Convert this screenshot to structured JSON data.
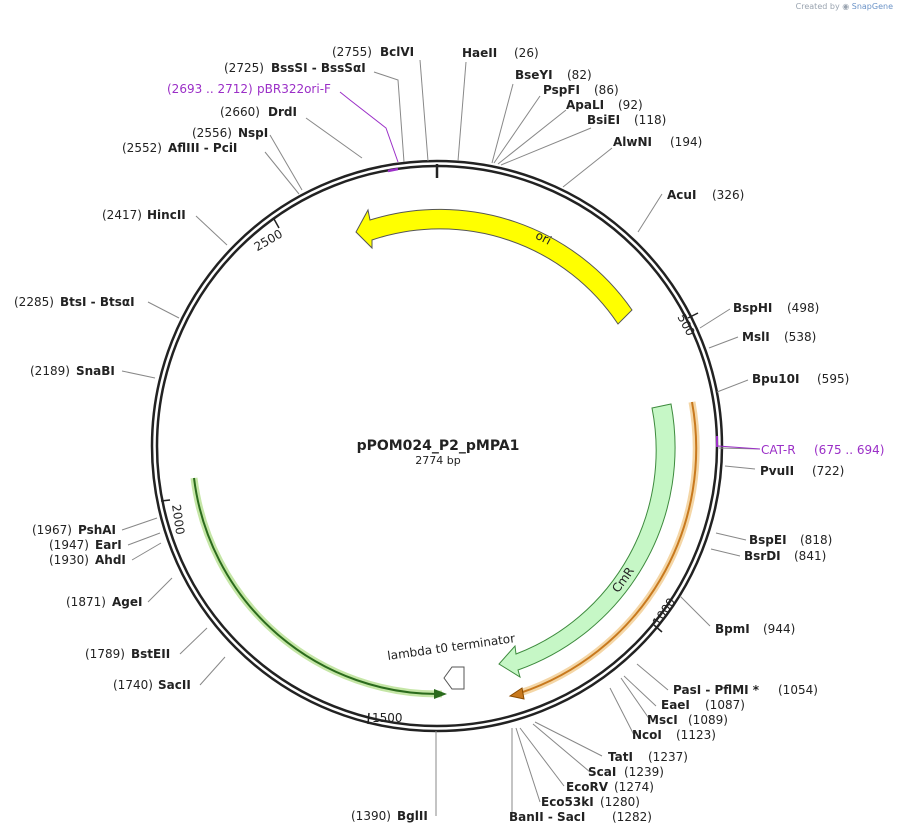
{
  "credit": {
    "prefix": "Created by",
    "brand": "SnapGene"
  },
  "plasmid": {
    "name": "pPOM024_P2_pMPA1",
    "size_text": "2774 bp",
    "length": 2774
  },
  "ticks": [
    "500",
    "1000",
    "1500",
    "2000",
    "2500"
  ],
  "features": [
    {
      "name": "ori",
      "label": "ori",
      "color": "#ffff00",
      "stroke": "#777700"
    },
    {
      "name": "CmR",
      "label": "CmR",
      "color": "#c6f7c6",
      "stroke": "#4a9a4a"
    },
    {
      "name": "orange",
      "label": "",
      "color": "#e8a33c",
      "stroke": "#c47a17"
    },
    {
      "name": "lambda",
      "label": "lambda t0 terminator",
      "color": "#ffffff",
      "stroke": "#555555"
    },
    {
      "name": "green",
      "label": "",
      "color": "#2e7d32",
      "stroke": "#1b5e20"
    }
  ],
  "sites": [
    {
      "pos": "(2755)",
      "name": "BclVI"
    },
    {
      "pos": "(26)",
      "name": "HaeII"
    },
    {
      "pos": "(2725)",
      "name": "BssSI - BssSαI"
    },
    {
      "pos": "(82)",
      "name": "BseYI"
    },
    {
      "pos": "(2693 .. 2712)",
      "name": "pBR322ori-F"
    },
    {
      "pos": "(86)",
      "name": "PspFI"
    },
    {
      "pos": "(92)",
      "name": "ApaLI"
    },
    {
      "pos": "(2660)",
      "name": "DrdI"
    },
    {
      "pos": "(118)",
      "name": "BsiEI"
    },
    {
      "pos": "(2556)",
      "name": "NspI"
    },
    {
      "pos": "(194)",
      "name": "AlwNI"
    },
    {
      "pos": "(2552)",
      "name": "AflIII - PciI"
    },
    {
      "pos": "(326)",
      "name": "AcuI"
    },
    {
      "pos": "(2417)",
      "name": "HincII"
    },
    {
      "pos": "(2285)",
      "name": "BtsI - BtsαI"
    },
    {
      "pos": "(498)",
      "name": "BspHI"
    },
    {
      "pos": "(538)",
      "name": "MslI"
    },
    {
      "pos": "(2189)",
      "name": "SnaBI"
    },
    {
      "pos": "(595)",
      "name": "Bpu10I"
    },
    {
      "pos": "(675 .. 694)",
      "name": "CAT-R"
    },
    {
      "pos": "(722)",
      "name": "PvuII"
    },
    {
      "pos": "(1967)",
      "name": "PshAI"
    },
    {
      "pos": "(818)",
      "name": "BspEI"
    },
    {
      "pos": "(1947)",
      "name": "EarI"
    },
    {
      "pos": "(841)",
      "name": "BsrDI"
    },
    {
      "pos": "(1930)",
      "name": "AhdI"
    },
    {
      "pos": "(1871)",
      "name": "AgeI"
    },
    {
      "pos": "(944)",
      "name": "BpmI"
    },
    {
      "pos": "(1789)",
      "name": "BstEII"
    },
    {
      "pos": "(1740)",
      "name": "SacII"
    },
    {
      "pos": "(1054)",
      "name": "PasI - PflMI *"
    },
    {
      "pos": "(1087)",
      "name": "EaeI"
    },
    {
      "pos": "(1089)",
      "name": "MscI"
    },
    {
      "pos": "(1123)",
      "name": "NcoI"
    },
    {
      "pos": "(1237)",
      "name": "TatI"
    },
    {
      "pos": "(1239)",
      "name": "ScaI"
    },
    {
      "pos": "(1274)",
      "name": "EcoRV"
    },
    {
      "pos": "(1280)",
      "name": "Eco53kI"
    },
    {
      "pos": "(1282)",
      "name": "BanII - SacI"
    },
    {
      "pos": "(1390)",
      "name": "BglII"
    }
  ]
}
